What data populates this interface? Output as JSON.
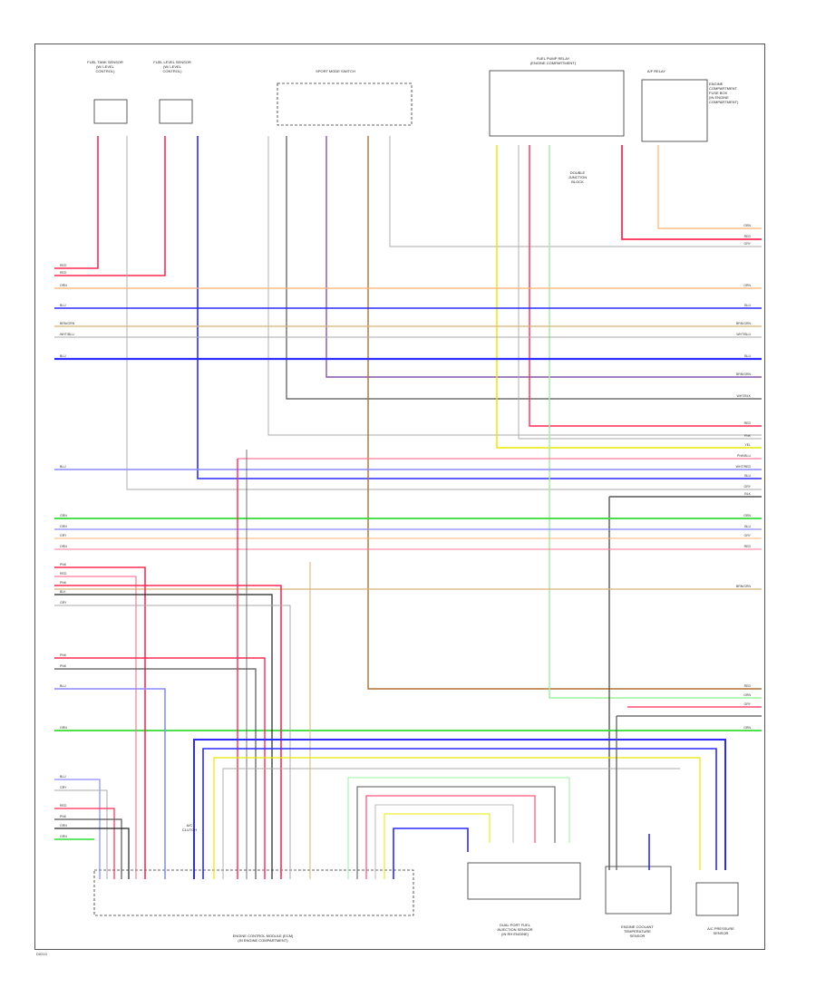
{
  "title_labels": {
    "sensor_left": "FUEL TANK SENSOR\n(W/ LEVEL\nCONTROL)",
    "sensor_right": "FUEL LEVEL SENSOR\n(W/ LEVEL\nCONTROL)",
    "switch_block": "SPORT MODE SWITCH",
    "relay_block": "FUEL PUMP RELAY\n(ENGINE COMPARTMENT)",
    "relay_small": "A/F RELAY",
    "right_note": "ENGINE\nCOMPARTMENT\nFUSE BOX\n(IN ENGINE\nCOMPARTMENT)",
    "junction": "DOUBLE\nJUNCTION\nBLOCK",
    "bottom_left": "ENGINE CONTROL MODULE (ECM)\n(IN ENGINE COMPARTMENT)",
    "bottom_mid": "DUAL PORT FUEL\nINJECTION SENSOR\n(IN RH ENGINE)",
    "bottom_right1": "ENGINE COOLANT\nTEMPERATURE\nSENSOR",
    "bottom_right2": "A/C PRESSURE\nSENSOR",
    "small_conn": "A/C\nCLUTCH",
    "page_id": "D0210"
  },
  "wire_colors": {
    "red": "#ff2a55",
    "pink": "#ff7a9a",
    "blue": "#2b2bff",
    "lblue": "#8a8aff",
    "orange": "#ffb070",
    "tan": "#d9b27a",
    "yellow": "#e8e800",
    "green": "#33dd33",
    "lgreen": "#9cf09c",
    "gray": "#aaaaaa",
    "dgray": "#555555",
    "black": "#222222",
    "brown": "#b07030",
    "violet": "#8855aa",
    "white": "#dddddd"
  },
  "wire_labels_left": [
    "RED",
    "RED",
    "ORN",
    "BLU",
    "BRN/GRN",
    "WHT/BLU",
    "BLU",
    "BLU",
    "GRN",
    "GRN",
    "GRY",
    "ORN",
    "PNK",
    "RED",
    "PNK",
    "BLK",
    "GRY",
    "PNK",
    "PNK",
    "BLU",
    "GRN",
    "BLU",
    "GRY",
    "RED",
    "PNK",
    "GRN",
    "GRN"
  ],
  "wire_labels_right": [
    "GRN",
    "RED",
    "GRY",
    "ORN",
    "BLU",
    "BRN/GRN",
    "WHT/BLU",
    "BLU",
    "BRN/GRN",
    "WHT/BLK",
    "RED",
    "PNK",
    "YEL",
    "PNK/BLU",
    "WHT/RED",
    "BLU",
    "GRY",
    "BLK",
    "GRN",
    "BLU",
    "GRY",
    "RED",
    "BRN/GRN",
    "RED",
    "GRN",
    "GRY",
    "GRN"
  ]
}
